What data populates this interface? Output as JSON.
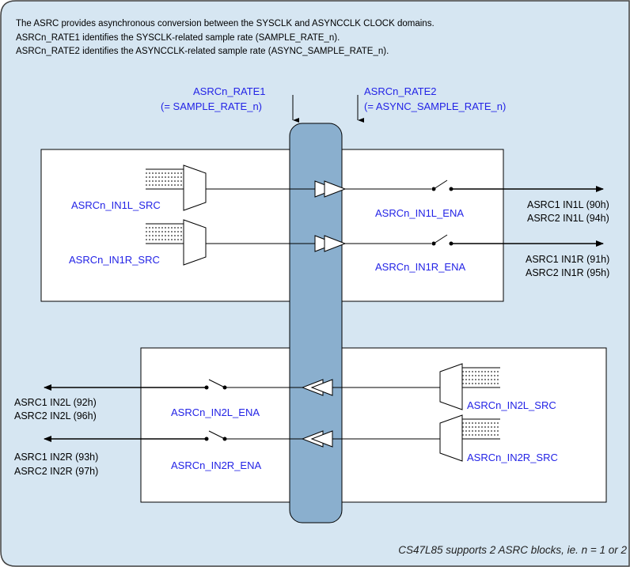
{
  "header": {
    "line1": "The ASRC provides asynchronous conversion between the SYSCLK and ASYNCCLK CLOCK domains.",
    "line2": "ASRCn_RATE1 identifies the SYSCLK-related sample rate (SAMPLE_RATE_n).",
    "line3": "ASRCn_RATE2 identifies the ASYNCCLK-related sample rate (ASYNC_SAMPLE_RATE_n)."
  },
  "rates": {
    "rate1_name": "ASRCn_RATE1",
    "rate1_eq": "(= SAMPLE_RATE_n)",
    "rate2_name": "ASRCn_RATE2",
    "rate2_eq": "(= ASYNC_SAMPLE_RATE_n)"
  },
  "upper_block": {
    "in1l_src": "ASRCn_IN1L_SRC",
    "in1r_src": "ASRCn_IN1R_SRC",
    "in1l_ena": "ASRCn_IN1L_ENA",
    "in1r_ena": "ASRCn_IN1R_ENA",
    "out_in1l_a": "ASRC1 IN1L (90h)",
    "out_in1l_b": "ASRC2 IN1L (94h)",
    "out_in1r_a": "ASRC1 IN1R (91h)",
    "out_in1r_b": "ASRC2 IN1R (95h)"
  },
  "lower_block": {
    "in2l_src": "ASRCn_IN2L_SRC",
    "in2r_src": "ASRCn_IN2R_SRC",
    "in2l_ena": "ASRCn_IN2L_ENA",
    "in2r_ena": "ASRCn_IN2R_ENA",
    "out_in2l_a": "ASRC1 IN2L (92h)",
    "out_in2l_b": "ASRC2 IN2L (96h)",
    "out_in2r_a": "ASRC1 IN2R (93h)",
    "out_in2r_b": "ASRC2 IN2R (97h)"
  },
  "footer_note": "CS47L85 supports 2 ASRC blocks, ie. n = 1 or 2",
  "colors": {
    "panel_bg": "#d6e6f2",
    "panel_border": "#404040",
    "asrc_column": "#8aafce",
    "label_blue": "#2323e6"
  }
}
